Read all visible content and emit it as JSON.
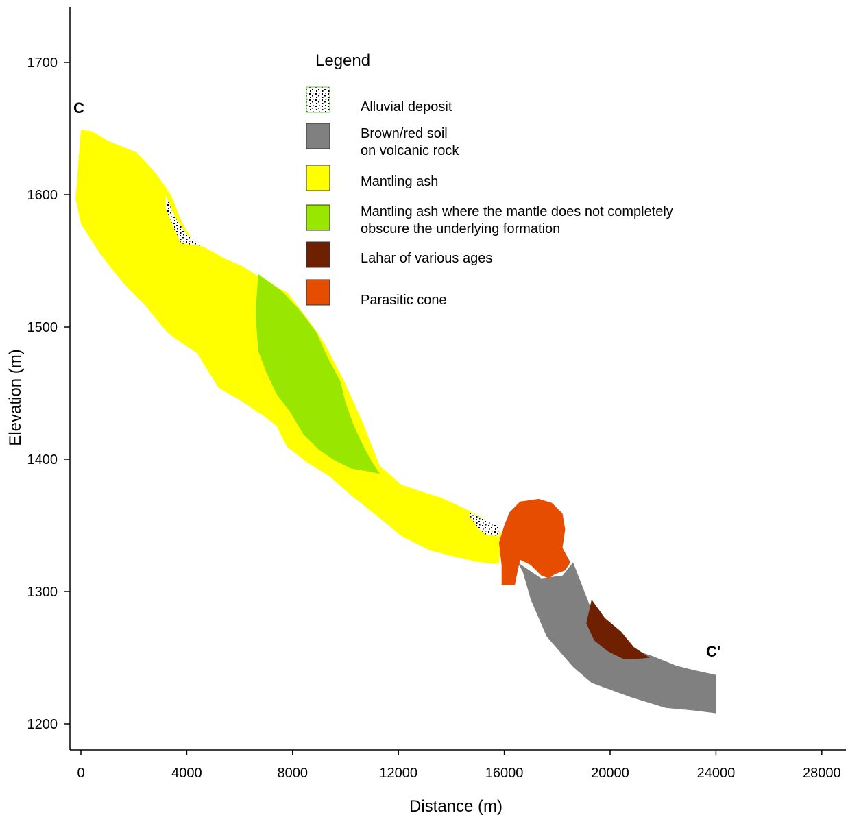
{
  "chart_data": {
    "type": "area",
    "title": "",
    "xlabel": "Distance (m)",
    "ylabel": "Elevation (m)",
    "xlim": [
      -400,
      29000
    ],
    "ylim": [
      1183,
      1740
    ],
    "xticks": [
      0,
      4000,
      8000,
      12000,
      16000,
      20000,
      24000,
      28000
    ],
    "yticks": [
      1200,
      1300,
      1400,
      1500,
      1600,
      1700
    ],
    "start_label": "C",
    "end_label": "C'",
    "legend_title": "Legend",
    "legend_position": "top-center",
    "grid": false,
    "series": [
      {
        "key": "alluvial",
        "name": "Alluvial deposit",
        "color": "#ffffff",
        "pattern": "dots",
        "polygons": [
          [
            [
              3200,
              1600
            ],
            [
              3500,
              1585
            ],
            [
              4000,
              1570
            ],
            [
              4500,
              1562
            ],
            [
              4800,
              1560
            ],
            [
              4300,
              1562
            ],
            [
              3800,
              1563
            ],
            [
              3500,
              1575
            ],
            [
              3200,
              1590
            ]
          ],
          [
            [
              14700,
              1360
            ],
            [
              15200,
              1355
            ],
            [
              15600,
              1352
            ],
            [
              15800,
              1348
            ],
            [
              15800,
              1342
            ],
            [
              15300,
              1343
            ],
            [
              15000,
              1348
            ],
            [
              14700,
              1357
            ]
          ]
        ]
      },
      {
        "key": "brown_soil",
        "name": "Brown/red soil\non volcanic rock",
        "color": "#808080",
        "polygons": [
          [
            [
              16500,
              1322
            ],
            [
              17400,
              1310
            ],
            [
              18200,
              1312
            ],
            [
              18600,
              1322
            ],
            [
              19300,
              1286
            ],
            [
              20300,
              1259
            ],
            [
              21500,
              1252
            ],
            [
              22500,
              1244
            ],
            [
              23300,
              1240
            ],
            [
              24000,
              1237
            ],
            [
              24000,
              1208
            ],
            [
              23200,
              1210
            ],
            [
              22100,
              1212
            ],
            [
              20800,
              1220
            ],
            [
              19300,
              1231
            ],
            [
              18600,
              1243
            ],
            [
              17600,
              1266
            ],
            [
              17000,
              1294
            ],
            [
              16700,
              1315
            ]
          ]
        ]
      },
      {
        "key": "mantling_ash",
        "name": " Mantling ash",
        "color": "#ffff00",
        "polygons": [
          [
            [
              0,
              1649
            ],
            [
              400,
              1648
            ],
            [
              1000,
              1641
            ],
            [
              2100,
              1632
            ],
            [
              2800,
              1617
            ],
            [
              3400,
              1600
            ],
            [
              3800,
              1580
            ],
            [
              4200,
              1566
            ],
            [
              4700,
              1560
            ],
            [
              5400,
              1552
            ],
            [
              6100,
              1546
            ],
            [
              6800,
              1537
            ],
            [
              7800,
              1526
            ],
            [
              8500,
              1508
            ],
            [
              9200,
              1488
            ],
            [
              10000,
              1457
            ],
            [
              10600,
              1430
            ],
            [
              11300,
              1395
            ],
            [
              12100,
              1381
            ],
            [
              12800,
              1376
            ],
            [
              13600,
              1371
            ],
            [
              14700,
              1361
            ],
            [
              15500,
              1352
            ],
            [
              15900,
              1344
            ],
            [
              15800,
              1321
            ],
            [
              15100,
              1322
            ],
            [
              14200,
              1326
            ],
            [
              13200,
              1331
            ],
            [
              12200,
              1341
            ],
            [
              11800,
              1347
            ],
            [
              11200,
              1357
            ],
            [
              10200,
              1373
            ],
            [
              9400,
              1387
            ],
            [
              8600,
              1397
            ],
            [
              7800,
              1409
            ],
            [
              7400,
              1425
            ],
            [
              6900,
              1433
            ],
            [
              5900,
              1446
            ],
            [
              5200,
              1454
            ],
            [
              4400,
              1480
            ],
            [
              3300,
              1495
            ],
            [
              2400,
              1517
            ],
            [
              1600,
              1533
            ],
            [
              700,
              1556
            ],
            [
              0,
              1578
            ],
            [
              -200,
              1597
            ]
          ]
        ]
      },
      {
        "key": "mantling_ash_partial",
        "name": "Mantling ash where the mantle does not completely\nobscure the underlying formation",
        "color": "#99e600",
        "polygons": [
          [
            [
              6700,
              1540
            ],
            [
              7600,
              1527
            ],
            [
              8300,
              1512
            ],
            [
              8900,
              1496
            ],
            [
              9300,
              1478
            ],
            [
              9800,
              1459
            ],
            [
              10000,
              1443
            ],
            [
              10300,
              1426
            ],
            [
              10700,
              1409
            ],
            [
              11000,
              1398
            ],
            [
              11300,
              1389
            ],
            [
              10800,
              1391
            ],
            [
              10200,
              1393
            ],
            [
              9600,
              1399
            ],
            [
              9000,
              1407
            ],
            [
              8400,
              1419
            ],
            [
              7900,
              1436
            ],
            [
              7400,
              1449
            ],
            [
              7000,
              1466
            ],
            [
              6700,
              1482
            ],
            [
              6600,
              1510
            ]
          ]
        ]
      },
      {
        "key": "lahar",
        "name": "Lahar of various ages",
        "color": "#6e2000",
        "polygons": [
          [
            [
              19300,
              1294
            ],
            [
              19800,
              1280
            ],
            [
              20400,
              1270
            ],
            [
              20900,
              1258
            ],
            [
              21500,
              1250
            ],
            [
              21000,
              1249
            ],
            [
              20500,
              1249
            ],
            [
              19900,
              1255
            ],
            [
              19400,
              1263
            ],
            [
              19100,
              1276
            ]
          ]
        ]
      },
      {
        "key": "parasitic_cone",
        "name": "Parasitic cone",
        "color": "#e64d00",
        "polygons": [
          [
            [
              16200,
              1360
            ],
            [
              16600,
              1368
            ],
            [
              17300,
              1370
            ],
            [
              17800,
              1367
            ],
            [
              18200,
              1359
            ],
            [
              18300,
              1347
            ],
            [
              18200,
              1333
            ],
            [
              18500,
              1322
            ],
            [
              18300,
              1316
            ],
            [
              17900,
              1313
            ],
            [
              17700,
              1310
            ],
            [
              17400,
              1312
            ],
            [
              17000,
              1320
            ],
            [
              16600,
              1324
            ],
            [
              16500,
              1315
            ],
            [
              16400,
              1305
            ],
            [
              15900,
              1305
            ],
            [
              15900,
              1320
            ],
            [
              15800,
              1337
            ],
            [
              16000,
              1350
            ]
          ]
        ]
      }
    ]
  }
}
